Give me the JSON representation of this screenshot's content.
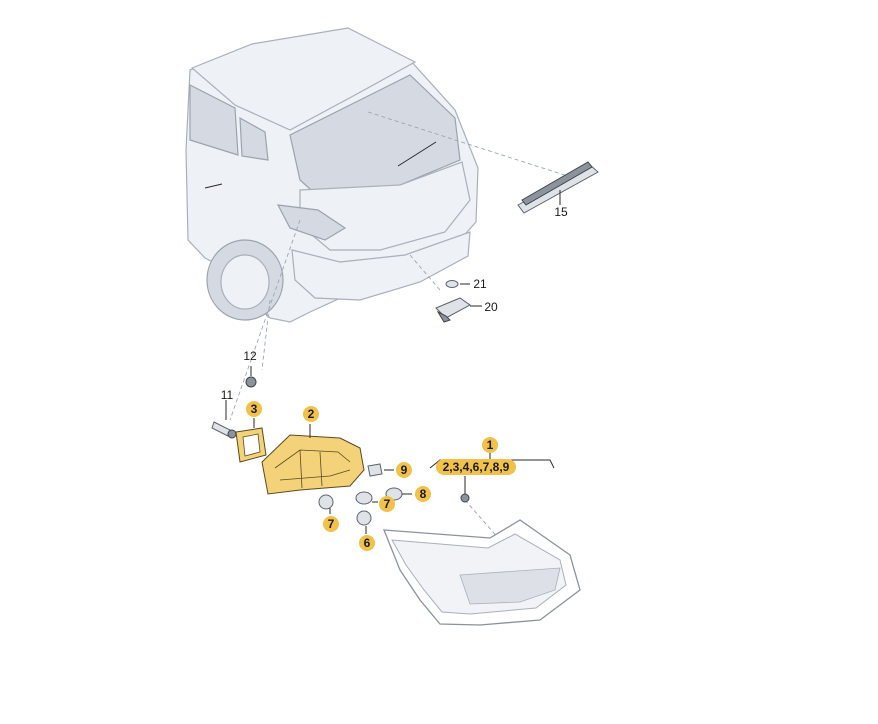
{
  "labels": {
    "l1": "1",
    "l1_sub": "2,3,4,6,7,8,9",
    "l2": "2",
    "l3": "3",
    "l6": "6",
    "l7a": "7",
    "l7b": "7",
    "l8": "8",
    "l9": "9",
    "l11": "11",
    "l12": "12",
    "l15": "15",
    "l20": "20",
    "l21": "21"
  },
  "colors": {
    "highlight": "#f2c14a",
    "part_outline": "#5c6470"
  }
}
